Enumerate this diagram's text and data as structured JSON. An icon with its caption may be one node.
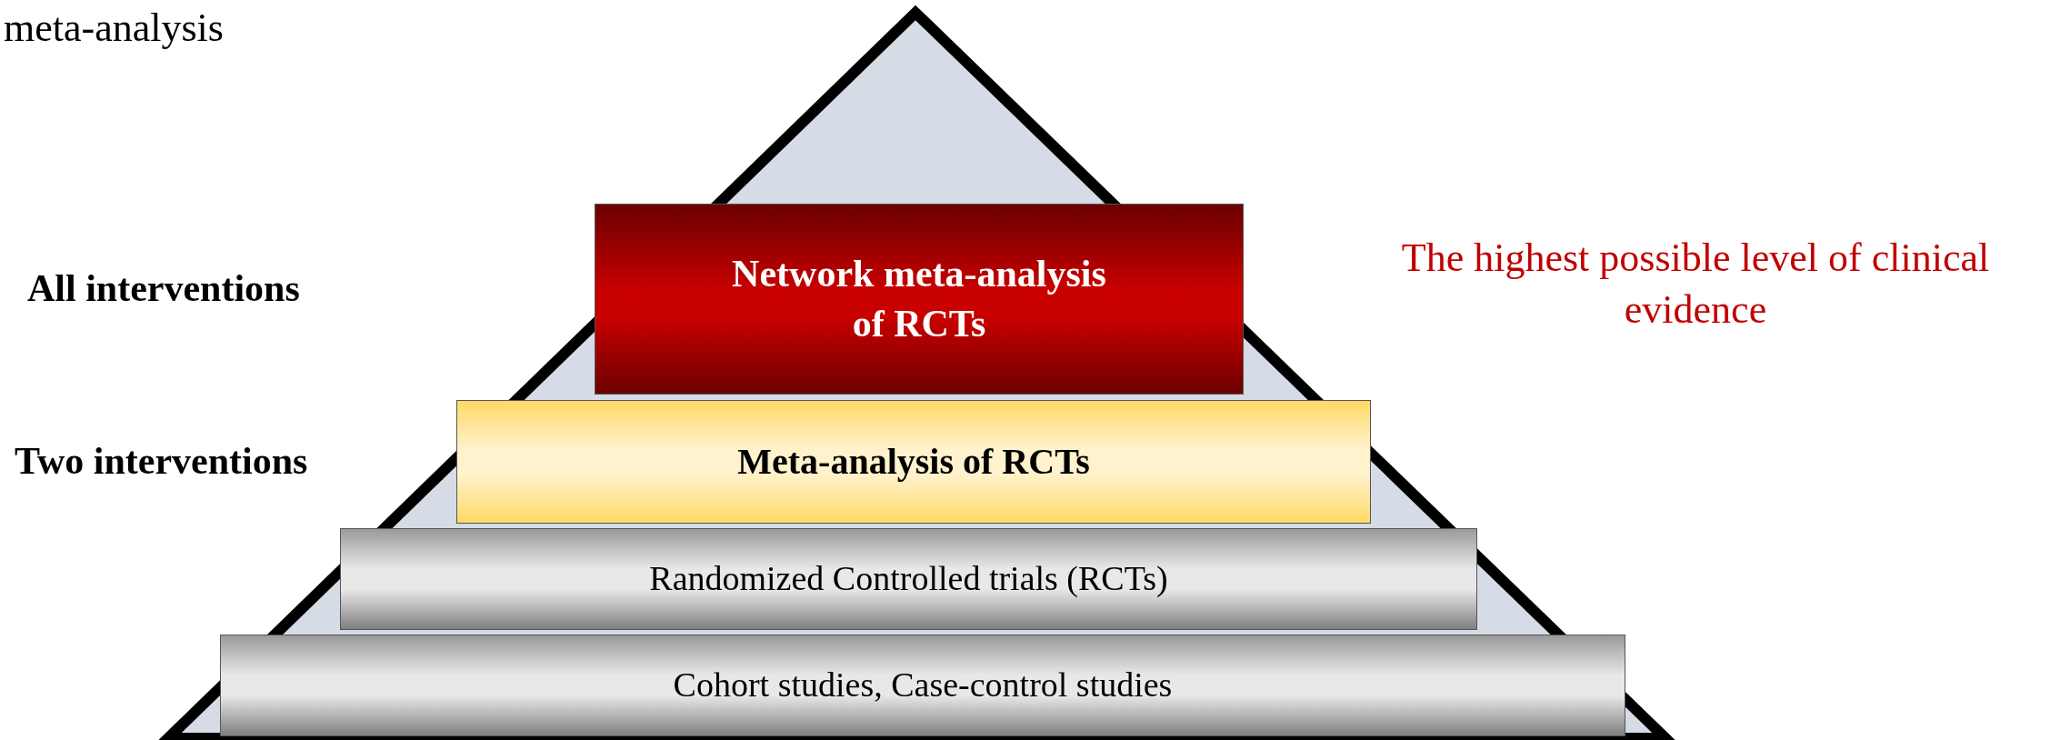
{
  "diagram": {
    "nodes": [
      {
        "text": [
          "Network meta-analysis of RCTs"
        ]
      },
      {
        "text": [
          "Meta-analysis of RCTs"
        ]
      },
      {
        "text": [
          "Randomized Controlled trials (RCTs)"
        ]
      },
      {
        "text": [
          "Cohort studies, Case-control studies"
        ]
      }
    ],
    "labels": [
      "meta-analysis",
      "All interventions",
      "The highest possible level of clinical evidence",
      "Two interventions"
    ]
  }
}
